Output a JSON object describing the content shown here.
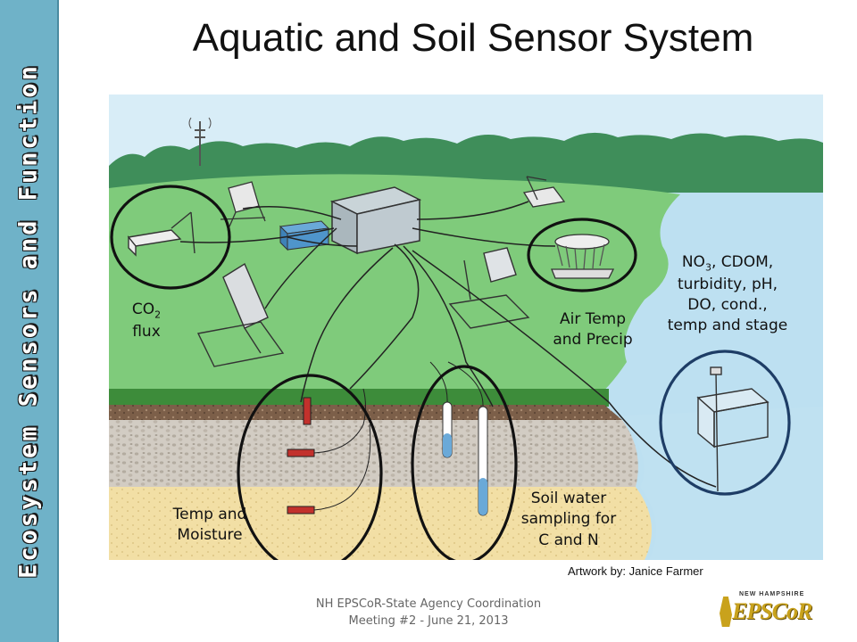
{
  "sidebar": {
    "text": "Ecosystem Sensors and Function"
  },
  "title": "Aquatic and Soil Sensor System",
  "labels": {
    "co2": "CO",
    "co2_sub": "2",
    "flux": "flux",
    "air_temp_line1": "Air Temp",
    "air_temp_line2": "and Precip",
    "no3": "NO",
    "no3_sub": "3",
    "water_line1": ", CDOM,",
    "water_line2": "turbidity, pH,",
    "water_line3": "DO, cond.,",
    "water_line4": "temp and stage",
    "temp_moist_line1": "Temp and",
    "temp_moist_line2": "Moisture",
    "soil_water_line1": "Soil water",
    "soil_water_line2": "sampling for",
    "soil_water_line3": "C and N"
  },
  "credit": "Artwork by: Janice Farmer",
  "footer": {
    "line1": "NH EPSCoR-State Agency Coordination",
    "line2": "Meeting #2 - June 21, 2013"
  },
  "logo": {
    "top": "NEW HAMPSHIRE",
    "main": "EPSCoR"
  },
  "colors": {
    "sky": "#d6ecf7",
    "grass": "#7ecb7a",
    "trees": "#3f8e5a",
    "water": "#bfe0f0",
    "soil_dark": "#7a5c46",
    "soil_grey": "#cfc8bf",
    "sand": "#f2dfa4",
    "sidebar": "#6fb2c8"
  }
}
